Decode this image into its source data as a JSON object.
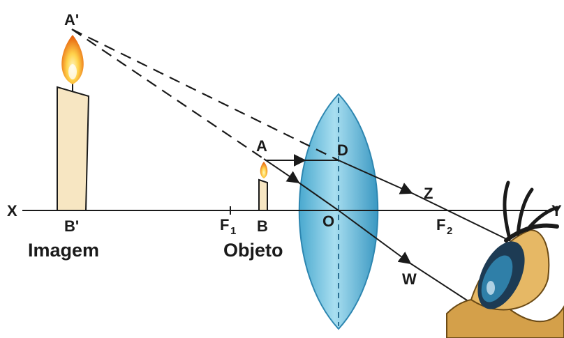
{
  "axis": {
    "left_label": "X",
    "right_label": "Y"
  },
  "points": {
    "a_prime": "A'",
    "a": "A",
    "b_prime": "B'",
    "b": "B",
    "d": "D",
    "o": "O",
    "z": "Z",
    "w": "W",
    "f1_main": "F",
    "f1_sub": "1",
    "f2_main": "F",
    "f2_sub": "2"
  },
  "captions": {
    "image": "Imagem",
    "object": "Objeto"
  },
  "icons": [
    "candle-flame-icon",
    "eye-icon"
  ],
  "colors": {
    "lens": "#6fc3df",
    "candle": "#f7e6c2",
    "flame": "#f59a1a",
    "line": "#1a1a1a"
  }
}
